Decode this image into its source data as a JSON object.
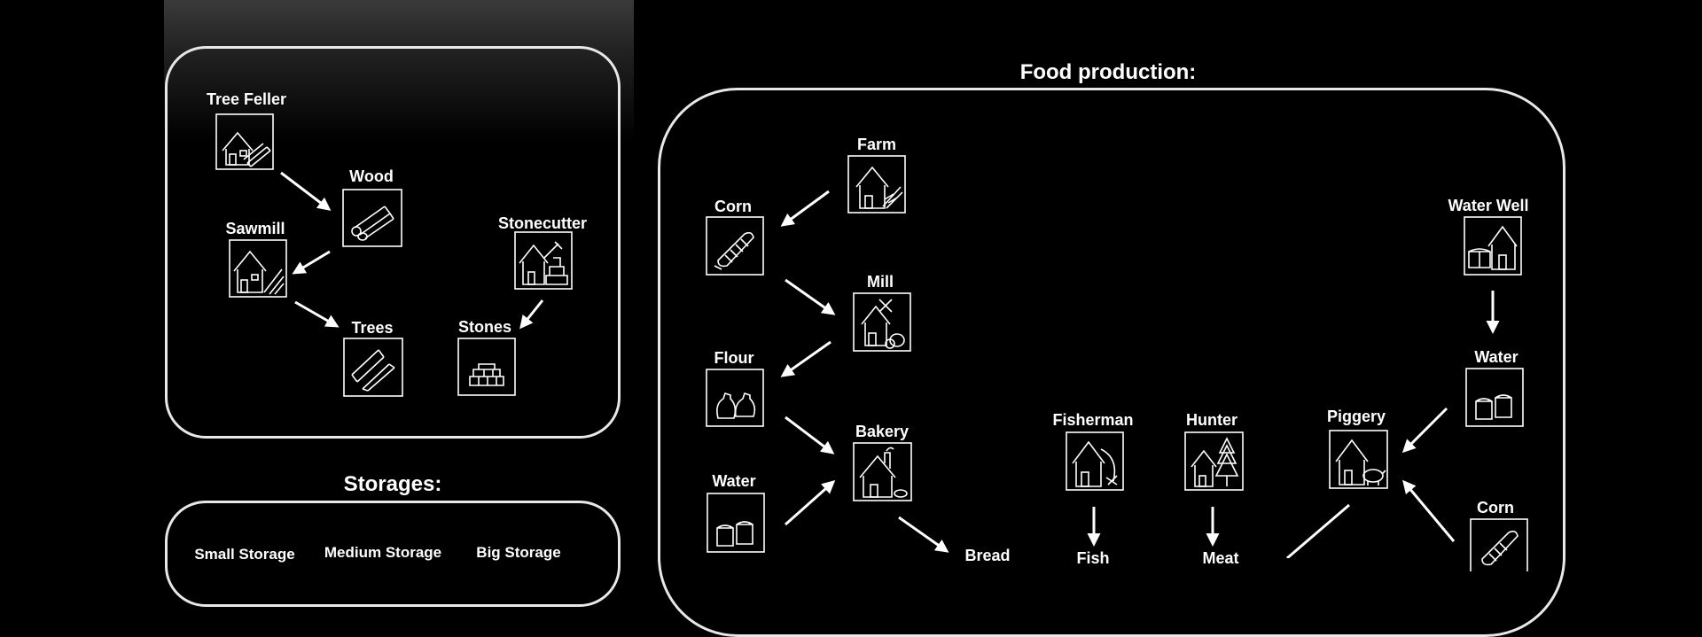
{
  "sections": {
    "storages_title": "Storages:",
    "food_title": "Food production:"
  },
  "resource_panel": {
    "tree_feller": "Tree Feller",
    "wood": "Wood",
    "sawmill": "Sawmill",
    "stonecutter": "Stonecutter",
    "trees": "Trees",
    "stones": "Stones"
  },
  "storage_panel": {
    "small": "Small Storage",
    "medium": "Medium Storage",
    "big": "Big Storage"
  },
  "food_panel": {
    "farm": "Farm",
    "corn_left": "Corn",
    "mill": "Mill",
    "flour": "Flour",
    "bakery": "Bakery",
    "water_left": "Water",
    "bread": "Bread",
    "fisherman": "Fisherman",
    "fish": "Fish",
    "hunter": "Hunter",
    "meat": "Meat",
    "piggery": "Piggery",
    "water_well": "Water Well",
    "water_right": "Water",
    "corn_right": "Corn"
  },
  "colors": {
    "background": "#000000",
    "stroke": "#ffffff"
  }
}
